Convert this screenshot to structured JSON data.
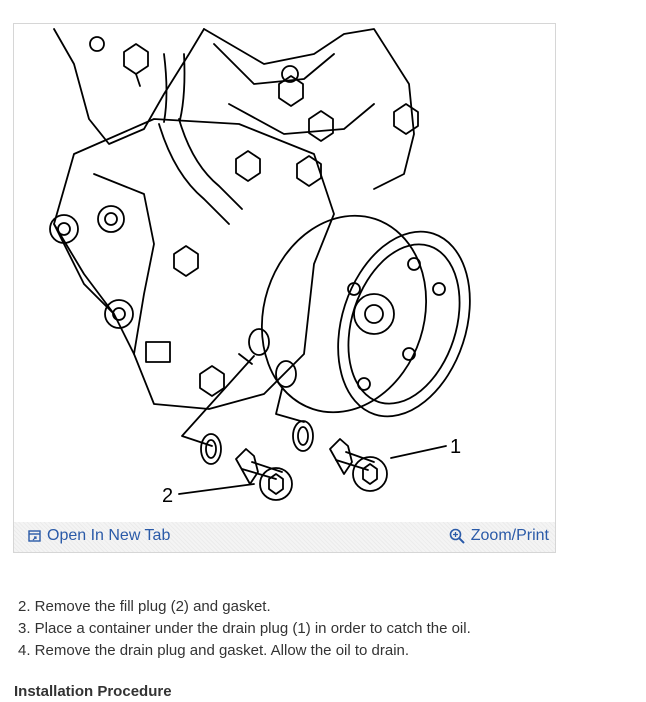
{
  "figure": {
    "callouts": [
      "1",
      "2"
    ],
    "open_tab_label": "Open In New Tab",
    "zoom_label": "Zoom/Print",
    "open_tab_icon": "open-new-tab-icon",
    "zoom_icon": "magnifier-icon",
    "link_color": "#2a5aa8"
  },
  "steps": [
    "2. Remove the fill plug (2) and gasket.",
    "3. Place a container under the drain plug (1) in order to catch the oil.",
    "4. Remove the drain plug and gasket. Allow the oil to drain."
  ],
  "next_heading": "Installation Procedure"
}
